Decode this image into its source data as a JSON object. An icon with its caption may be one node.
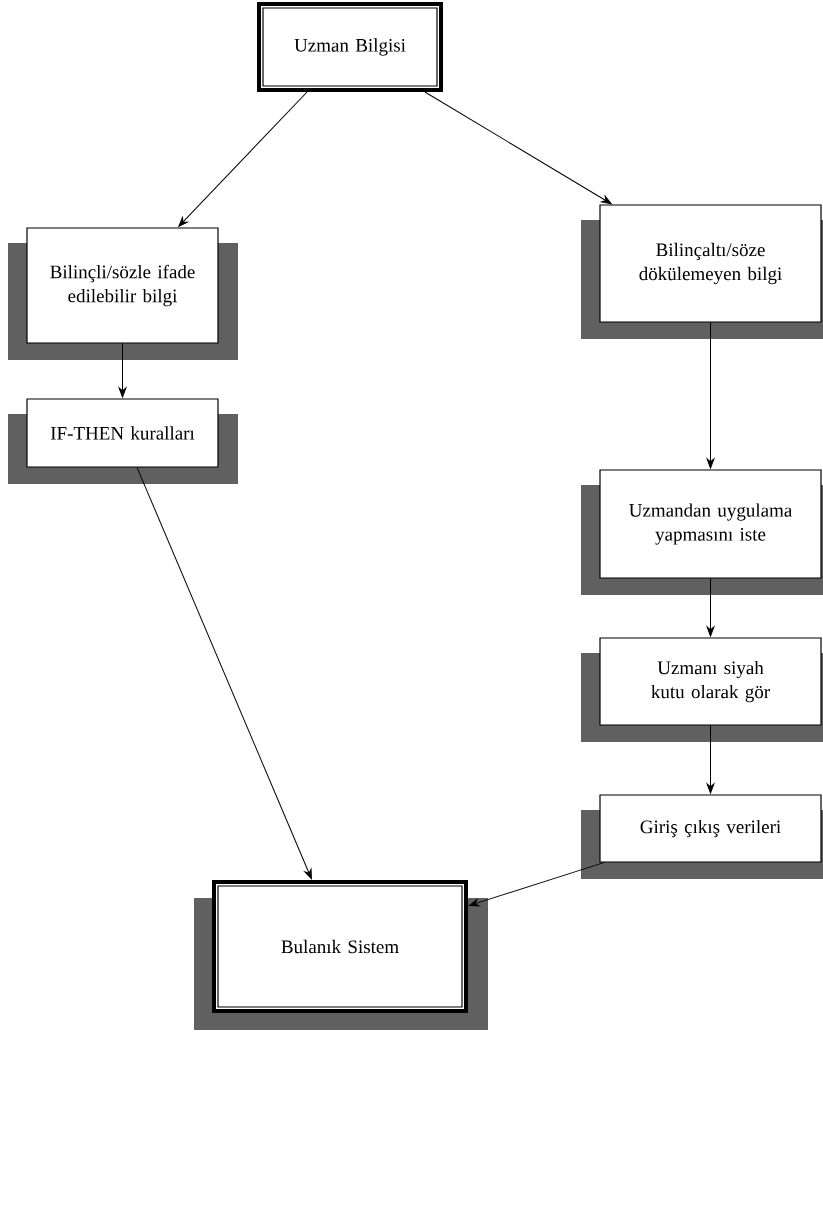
{
  "diagram": {
    "nodes": [
      {
        "text": [
          "Uzman Bilgisi"
        ]
      },
      {
        "text": [
          "Bilinçli/sözle ifade edilebilir bilgi"
        ]
      },
      {
        "text": [
          "IF-THEN kuralları"
        ]
      },
      {
        "text": [
          "Bilinçaltı/söze dökülemeyen bilgi"
        ]
      },
      {
        "text": [
          "Uzmandan uygulama yapmasını iste"
        ]
      },
      {
        "text": [
          "Uzmanı siyah kutu olarak gör"
        ]
      },
      {
        "text": [
          "Giriş çıkış verileri"
        ]
      },
      {
        "text": [
          "Bulanık Sistem"
        ]
      }
    ],
    "edges": [
      {
        "from": 0,
        "to": 1,
        "arrow": "to"
      },
      {
        "from": 0,
        "to": 3,
        "arrow": "to"
      },
      {
        "from": 1,
        "to": 2,
        "arrow": "to"
      },
      {
        "from": 2,
        "to": 7,
        "arrow": "to"
      },
      {
        "from": 3,
        "to": 4,
        "arrow": "to"
      },
      {
        "from": 4,
        "to": 5,
        "arrow": "to"
      },
      {
        "from": 5,
        "to": 6,
        "arrow": "to"
      },
      {
        "from": 6,
        "to": 7,
        "arrow": "to"
      }
    ]
  }
}
